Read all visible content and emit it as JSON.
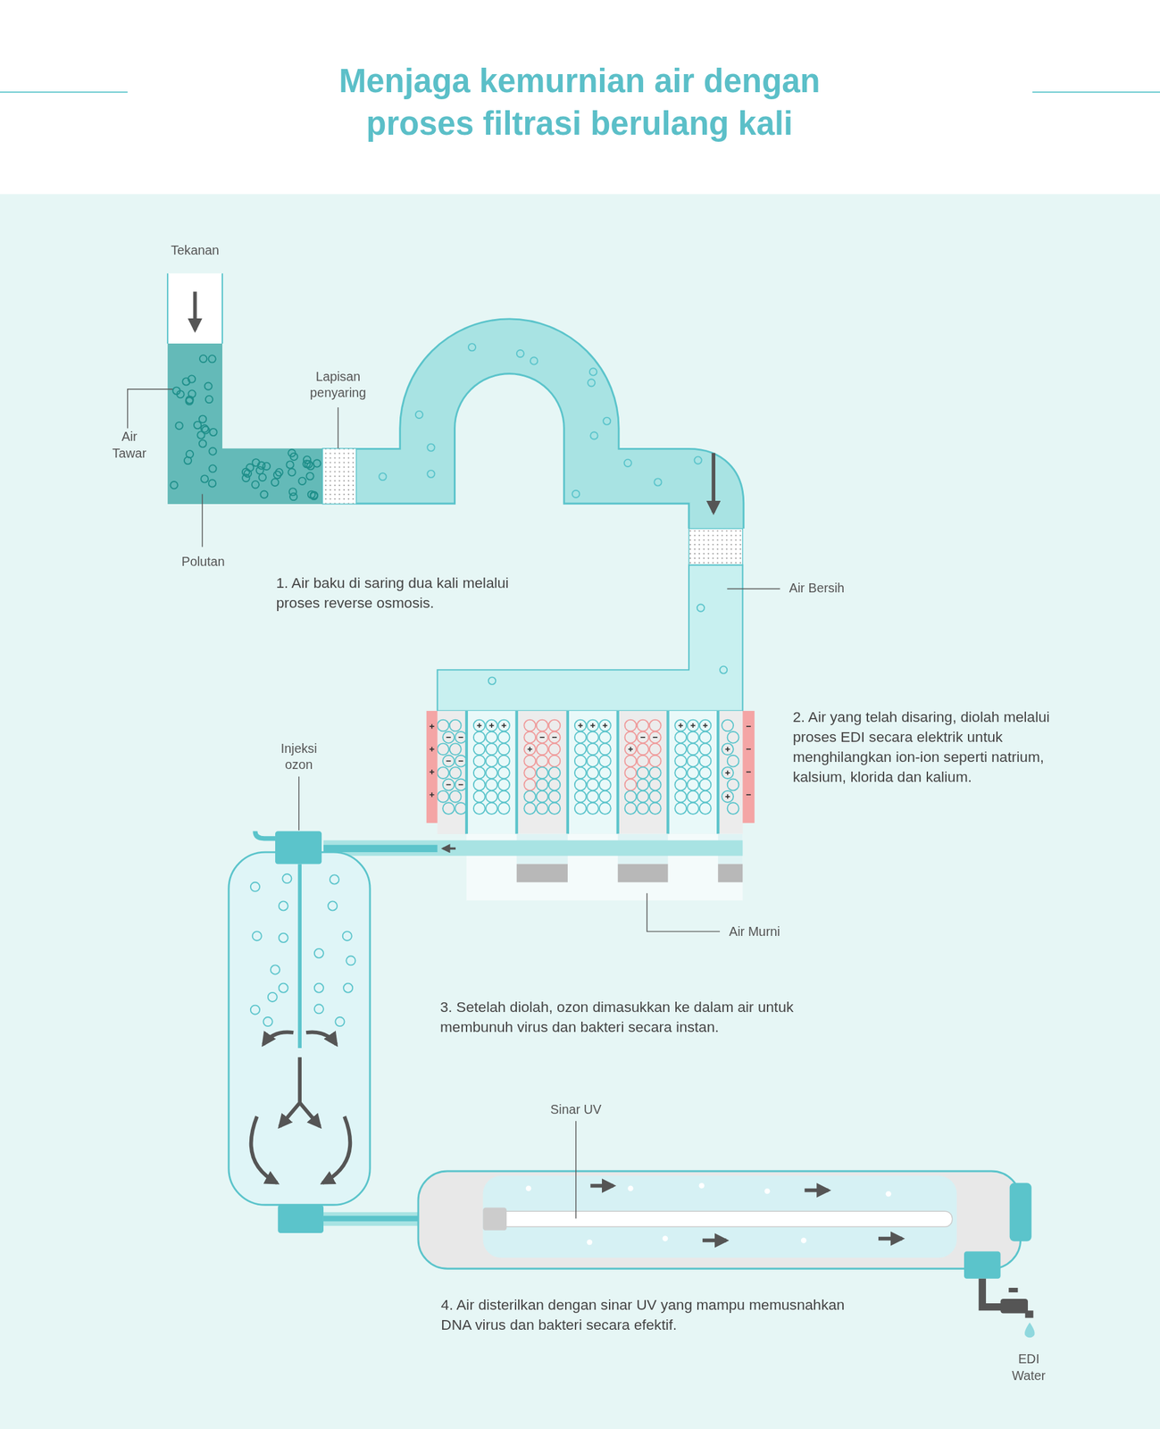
{
  "diagram": {
    "title": "Menjaga kemurnian air dengan proses filtrasi berulang kali",
    "labels": [
      "Tekanan",
      "Air Tawar",
      "Polutan",
      "Lapisan penyaring",
      "1. Air baku di saring dua kali melalui proses reverse osmosis.",
      "Air Bersih",
      "2. Air yang telah disaring, diolah melalui proses EDI secara elektrik untuk menghilangkan ion-ion seperti natrium, kalsium, klorida dan kalium.",
      "Injeksi ozon",
      "Air Murni",
      "3. Setelah diolah, ozon dimasukkan ke dalam air untuk membunuh virus dan bakteri secara instan.",
      "Sinar UV",
      "4. Air disterilkan dengan sinar UV yang mampu memusnahkan DNA virus dan bakteri secara efektif.",
      "EDI Water"
    ]
  }
}
